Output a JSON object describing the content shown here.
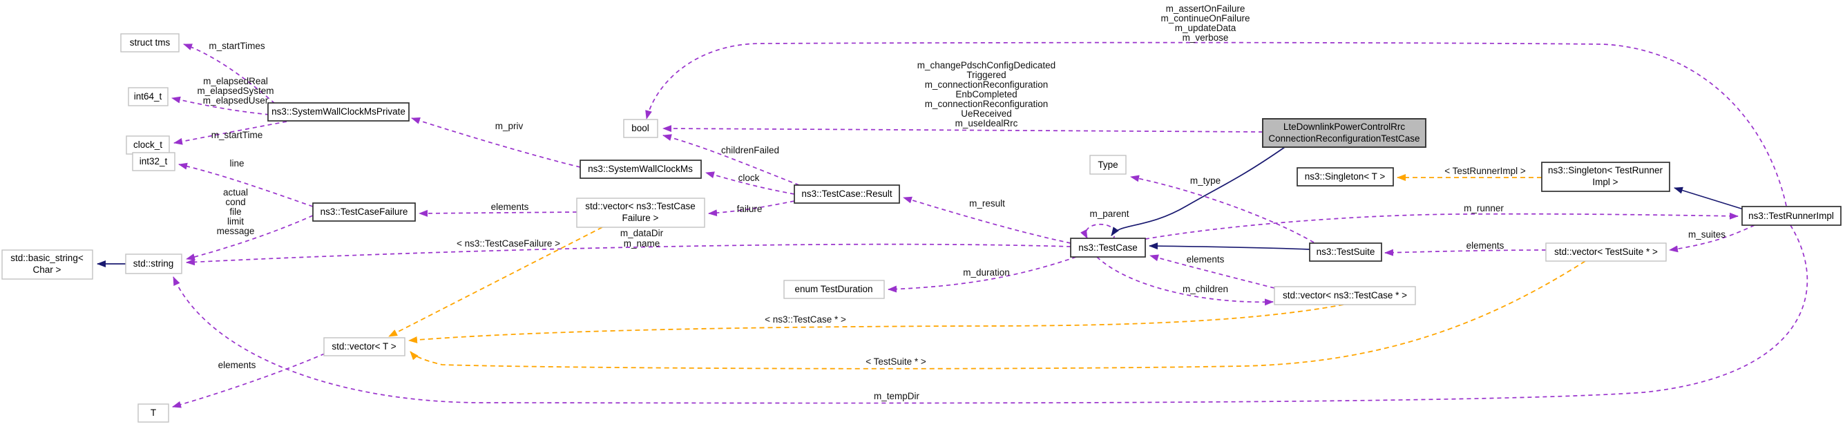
{
  "diagram": {
    "colors": {
      "member_edge": "#9932cc",
      "template_edge": "#ffa500",
      "inherit_edge": "#191970",
      "main_node_fill": "#bababa",
      "strong_border": "#2f2f2f",
      "weak_border": "#c2c2c2",
      "background": "#ffffff"
    },
    "nodes": {
      "struct_tms": {
        "label": "struct tms"
      },
      "int64_t": {
        "label": "int64_t"
      },
      "clock_t": {
        "label": "clock_t"
      },
      "int32_t": {
        "label": "int32_t"
      },
      "system_wall_clock_ms_private": {
        "label": "ns3::SystemWallClockMsPrivate"
      },
      "system_wall_clock_ms": {
        "label": "ns3::SystemWallClockMs"
      },
      "bool": {
        "label": "bool"
      },
      "vector_test_case_failure": {
        "line1": "std::vector< ns3::TestCase",
        "line2": "Failure >"
      },
      "test_case_failure": {
        "label": "ns3::TestCaseFailure"
      },
      "basic_string": {
        "line1": "std::basic_string<",
        "line2": "Char >"
      },
      "string": {
        "label": "std::string"
      },
      "test_case_result": {
        "label": "ns3::TestCase::Result"
      },
      "enum_test_duration": {
        "label": "enum TestDuration"
      },
      "type": {
        "label": "Type"
      },
      "test_case": {
        "label": "ns3::TestCase"
      },
      "test_suite": {
        "label": "ns3::TestSuite"
      },
      "vector_test_case_ptr": {
        "label": "std::vector< ns3::TestCase * >"
      },
      "lte_test_case": {
        "line1": "LteDownlinkPowerControlRrc",
        "line2": "ConnectionReconfigurationTestCase"
      },
      "singleton_t": {
        "label": "ns3::Singleton< T >"
      },
      "singleton_test_runner_impl": {
        "line1": "ns3::Singleton< TestRunner",
        "line2": "Impl >"
      },
      "test_runner_impl": {
        "label": "ns3::TestRunnerImpl"
      },
      "vector_test_suite_ptr": {
        "label": "std::vector< TestSuite * >"
      },
      "vector_t": {
        "label": "std::vector< T >"
      },
      "t": {
        "label": "T"
      }
    },
    "edge_labels": {
      "m_startTimes": "m_startTimes",
      "elapsed": [
        "m_elapsedReal",
        "m_elapsedSystem",
        "m_elapsedUser"
      ],
      "m_startTime": "m_startTime",
      "m_priv": "m_priv",
      "flags": [
        "m_assertOnFailure",
        "m_continueOnFailure",
        "m_updateData",
        "m_verbose"
      ],
      "rrc": [
        "m_changePdschConfigDedicated",
        "Triggered",
        "m_connectionReconfiguration",
        "EnbCompleted",
        "m_connectionReconfiguration",
        "UeReceived",
        "m_useIdealRrc"
      ],
      "childrenFailed": "childrenFailed",
      "clock": "clock",
      "failure": "failure",
      "elements": "elements",
      "m_dataDir": "m_dataDir",
      "m_name": "m_name",
      "m_result": "m_result",
      "m_duration": "m_duration",
      "m_type": "m_type",
      "m_parent": "m_parent",
      "m_children": "m_children",
      "m_runner": "m_runner",
      "m_suites": "m_suites",
      "m_tempDir": "m_tempDir",
      "tmpl_runner": "< TestRunnerImpl >",
      "tmpl_tcf": "< ns3::TestCaseFailure >",
      "tmpl_tcp": "< ns3::TestCase * >",
      "tmpl_tsp": "< TestSuite * >",
      "failure_fields": [
        "actual",
        "cond",
        "file",
        "limit",
        "message"
      ],
      "line": "line"
    }
  }
}
